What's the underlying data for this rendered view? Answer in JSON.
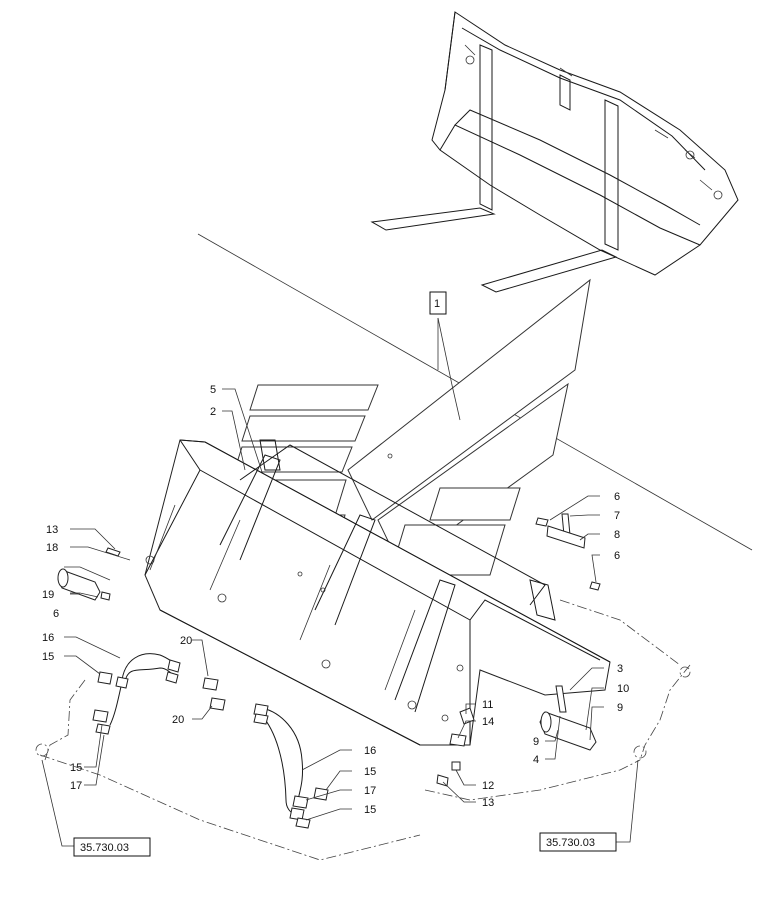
{
  "callouts": {
    "c1": "1",
    "c2": "2",
    "c3": "3",
    "c4": "4",
    "c5": "5",
    "c6a": "6",
    "c6b": "6",
    "c6c": "6",
    "c7": "7",
    "c8": "8",
    "c9a": "9",
    "c9b": "9",
    "c10": "10",
    "c11": "11",
    "c12": "12",
    "c13a": "13",
    "c13b": "13",
    "c14": "14",
    "c15a": "15",
    "c15b": "15",
    "c15c": "15",
    "c15d": "15",
    "c16a": "16",
    "c16b": "16",
    "c17a": "17",
    "c17b": "17",
    "c18": "18",
    "c19": "19",
    "c20a": "20",
    "c20b": "20"
  },
  "references": {
    "left": "35.730.03",
    "right": "35.730.03"
  },
  "icons": {
    "watermark": "stylized-logo-watermark"
  }
}
